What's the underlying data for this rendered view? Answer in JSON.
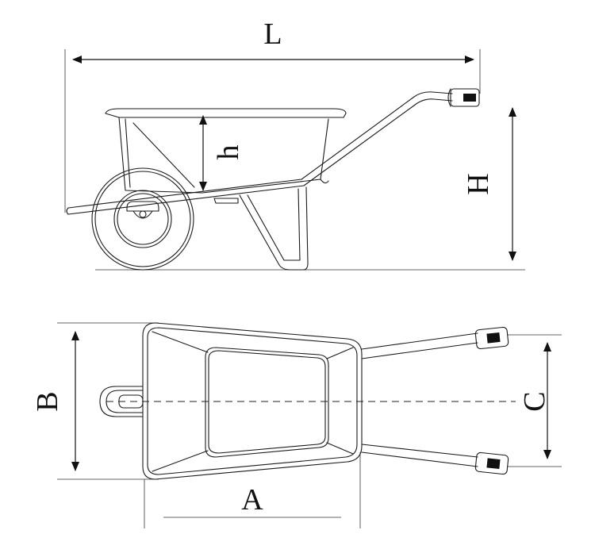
{
  "labels": {
    "L": "L",
    "h": "h",
    "H": "H",
    "B": "B",
    "C": "C",
    "A": "A"
  },
  "colors": {
    "line": "#1a1a1a",
    "background": "#ffffff"
  }
}
